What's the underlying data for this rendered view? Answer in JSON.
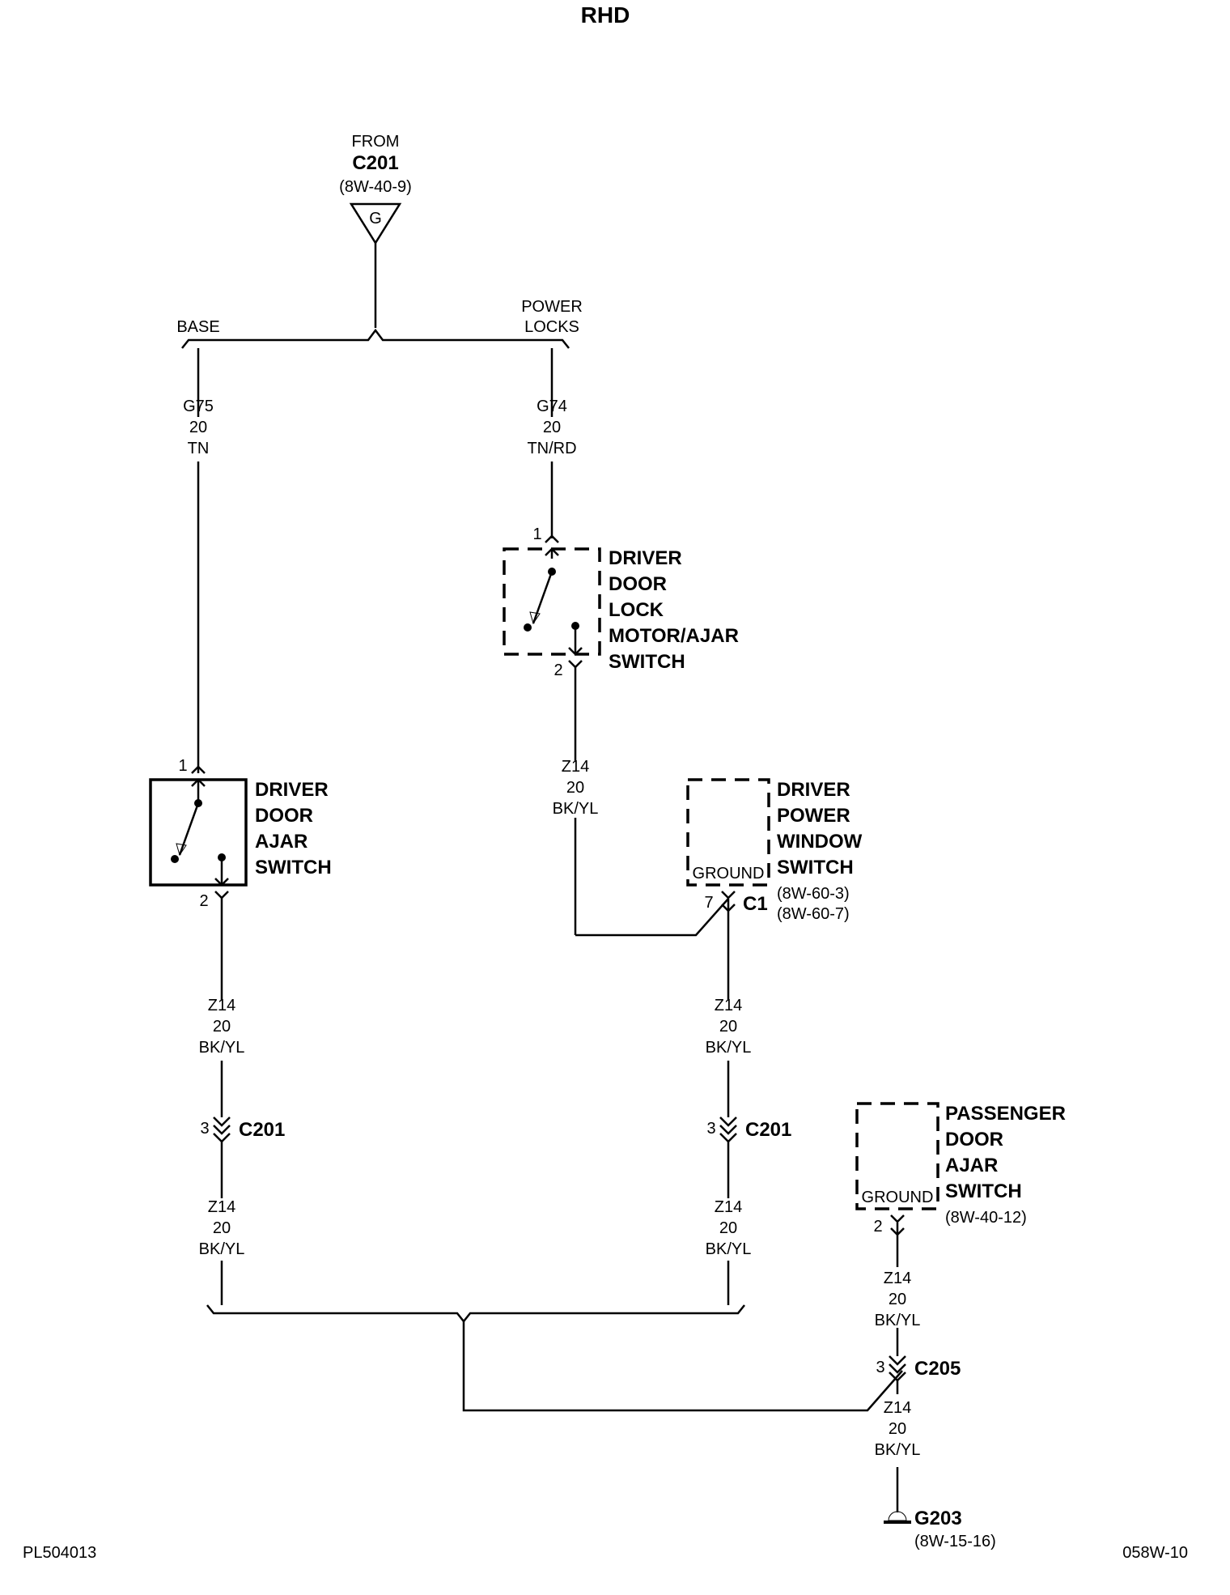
{
  "header": {
    "title": "RHD"
  },
  "source": {
    "from": "FROM",
    "connector": "C201",
    "ref": "(8W-40-9)",
    "cavity": "G"
  },
  "branches": {
    "base": "BASE",
    "power_locks_1": "POWER",
    "power_locks_2": "LOCKS"
  },
  "wires": {
    "g75": [
      "G75",
      "20",
      "TN"
    ],
    "g74": [
      "G74",
      "20",
      "TN/RD"
    ],
    "z14_lock": [
      "Z14",
      "20",
      "BK/YL"
    ],
    "z14_left_1": [
      "Z14",
      "20",
      "BK/YL"
    ],
    "z14_left_2": [
      "Z14",
      "20",
      "BK/YL"
    ],
    "z14_right_1": [
      "Z14",
      "20",
      "BK/YL"
    ],
    "z14_right_2": [
      "Z14",
      "20",
      "BK/YL"
    ],
    "z14_pass_1": [
      "Z14",
      "20",
      "BK/YL"
    ],
    "z14_pass_2": [
      "Z14",
      "20",
      "BK/YL"
    ]
  },
  "components": {
    "driver_door_ajar": {
      "lines": [
        "DRIVER",
        "DOOR",
        "AJAR",
        "SWITCH"
      ],
      "pin_top": "1",
      "pin_bottom": "2"
    },
    "driver_door_lock": {
      "lines": [
        "DRIVER",
        "DOOR",
        "LOCK",
        "MOTOR/AJAR",
        "SWITCH"
      ],
      "pin_top": "1",
      "pin_bottom": "2"
    },
    "driver_power_window": {
      "lines": [
        "DRIVER",
        "POWER",
        "WINDOW",
        "SWITCH"
      ],
      "ground": "GROUND",
      "pin": "7",
      "connector": "C1",
      "refs": [
        "(8W-60-3)",
        "(8W-60-7)"
      ]
    },
    "passenger_door_ajar": {
      "lines": [
        "PASSENGER",
        "DOOR",
        "AJAR",
        "SWITCH"
      ],
      "ground": "GROUND",
      "pin": "2",
      "ref": "(8W-40-12)"
    }
  },
  "connectors": {
    "c201_left": {
      "pin": "3",
      "name": "C201"
    },
    "c201_right": {
      "pin": "3",
      "name": "C201"
    },
    "c205": {
      "pin": "3",
      "name": "C205"
    }
  },
  "ground": {
    "name": "G203",
    "ref": "(8W-15-16)"
  },
  "footer": {
    "left": "PL504013",
    "right": "058W-10"
  }
}
